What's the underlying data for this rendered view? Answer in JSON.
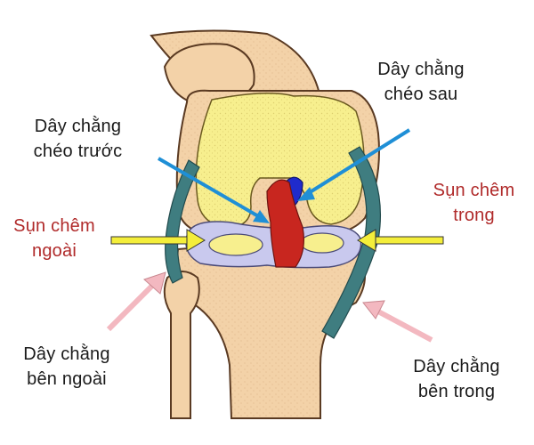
{
  "labels": {
    "acl": {
      "line1": "Dây chằng",
      "line2": "chéo trước"
    },
    "pcl": {
      "line1": "Dây chằng",
      "line2": "chéo sau"
    },
    "lateral_meniscus": {
      "line1": "Sụn chêm",
      "line2": "ngoài"
    },
    "medial_meniscus": {
      "line1": "Sụn chêm",
      "line2": "trong"
    },
    "lcl": {
      "line1": "Dây chằng",
      "line2": "bên ngoài"
    },
    "mcl": {
      "line1": "Dây chằng",
      "line2": "bên trong"
    }
  },
  "colors": {
    "bone": "#f3d2a8",
    "bone_outline": "#5a3a22",
    "cartilage": "#f7ef8e",
    "meniscus": "#c9c9ee",
    "acl": "#c8261f",
    "pcl": "#1f2bcc",
    "side_ligament": "#3f7d80",
    "arrow_blue": "#1f8fd6",
    "arrow_yellow": "#f4ee3a",
    "arrow_pink": "#f3b8c0",
    "text_black": "#1a1a1a",
    "text_red": "#b02a2a"
  }
}
